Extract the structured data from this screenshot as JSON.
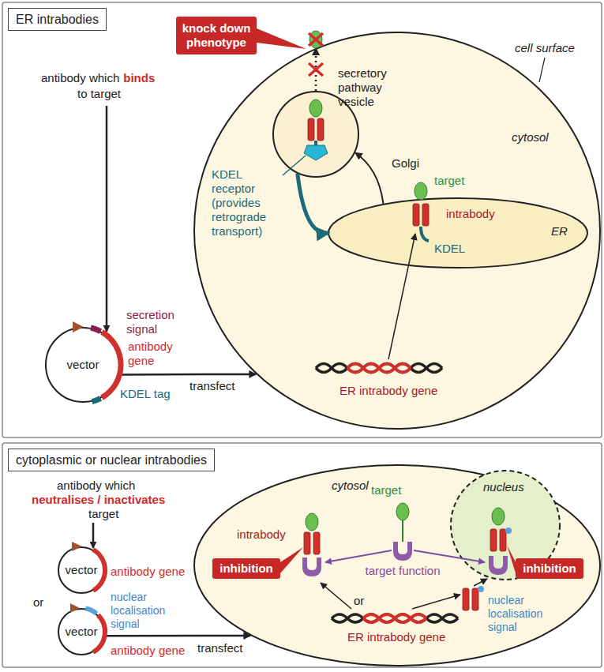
{
  "diagram": {
    "nodes": [
      {
        "text": [
          "ER intrabodies"
        ]
      },
      {
        "text": [
          "vector"
        ],
        "in": 0
      },
      {
        "text": [
          "cell surface",
          "cytosol"
        ],
        "in": 0
      },
      {
        "text": [
          "target",
          "intrabody",
          "KDEL",
          "ER"
        ],
        "in": 2
      },
      {
        "text": [
          "secretory pathway vesicle"
        ],
        "in": 2
      },
      {
        "text": [
          "knock down phenotype"
        ],
        "in": 0
      },
      {
        "text": [
          "cytoplasmic or nuclear intrabodies"
        ]
      },
      {
        "text": [
          "vector"
        ],
        "in": 6
      },
      {
        "text": [
          "vector"
        ],
        "in": 6
      },
      {
        "text": [
          "cytosol"
        ],
        "in": 6
      },
      {
        "text": [
          "nucleus"
        ],
        "in": 9
      },
      {
        "text": [
          "inhibition"
        ],
        "in": 9
      },
      {
        "text": [
          "inhibition"
        ],
        "in": 9
      }
    ],
    "edges": [
      {
        "from": 1,
        "to": 2,
        "label": "transfect",
        "arrow": "to"
      },
      {
        "from": 3,
        "to": 4,
        "label": "Golgi",
        "arrow": "to"
      },
      {
        "from": 4,
        "to": 3,
        "arrow": "to"
      },
      {
        "from": 4,
        "to": 2,
        "arrow": "to"
      },
      {
        "from": 8,
        "to": 9,
        "label": "transfect",
        "arrow": "to"
      }
    ],
    "labels": [
      "antibody which",
      "binds",
      "to target",
      "secretion signal",
      "antibody gene",
      "KDEL tag",
      "KDEL receptor (provides retrograde transport)",
      "ER intrabody gene",
      "antibody which",
      "neutralises / inactivates",
      "target",
      "or",
      "nuclear localisation signal",
      "antibody gene",
      "antibody gene",
      "intrabody",
      "target",
      "target function",
      "or",
      "ER intrabody gene",
      "nuclear localisation signal"
    ]
  }
}
